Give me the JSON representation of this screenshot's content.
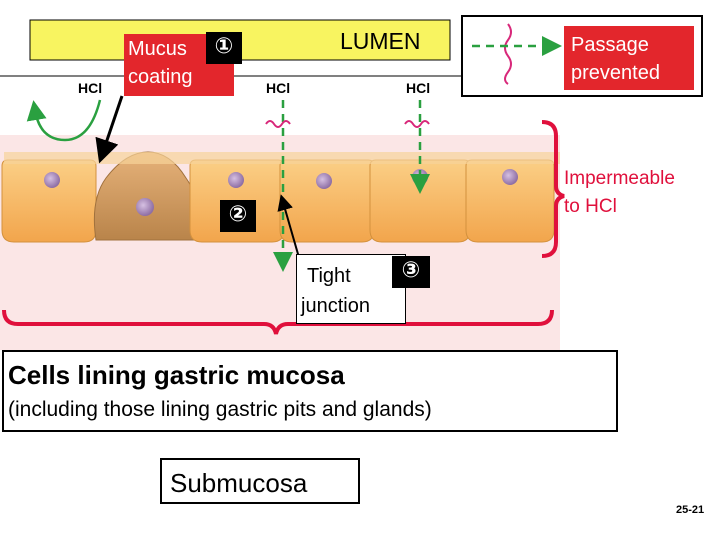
{
  "lumen": {
    "title": "LUMEN"
  },
  "hcl": {
    "left": "HCl",
    "middle": "HCl",
    "right": "HCl"
  },
  "legend": {
    "text": "Passage prevented",
    "line1": "Passage",
    "line2": "prevented"
  },
  "mucus": {
    "number": "①",
    "line1": "Mucus",
    "line2": "coating"
  },
  "marker2": {
    "number": "②"
  },
  "tight_junction": {
    "number": "③",
    "line1": "Tight",
    "line2": "junction"
  },
  "impermeable": {
    "line1": "Impermeable",
    "line2": "to HCl"
  },
  "cells_lining": {
    "title": "Cells lining gastric mucosa",
    "subtitle": "(including those lining gastric pits and glands)"
  },
  "submucosa": {
    "label": "Submucosa"
  },
  "slide": {
    "number": "25-21"
  },
  "colors": {
    "lumen_fill": "#f8f460",
    "cell_fill": "#f6b55a",
    "cell_dark": "#c58a4c",
    "tissue_bg": "#fbe6e6",
    "arrow_green": "#2aa040",
    "bracket_red": "#e0103c",
    "nucleus": "#a88cb8"
  }
}
